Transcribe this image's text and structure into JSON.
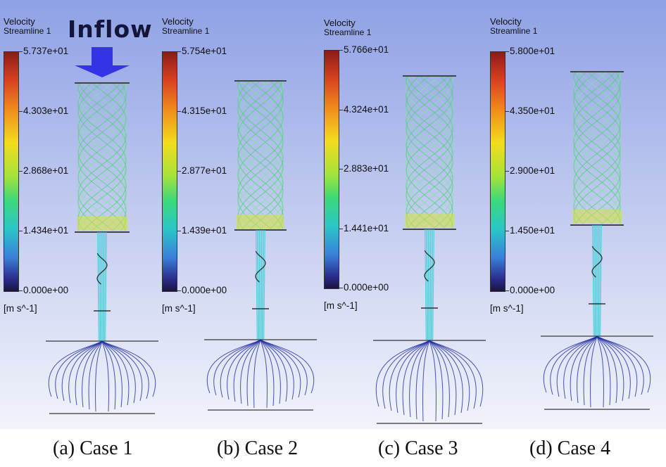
{
  "figure": {
    "inflow_label": "Inflow",
    "panels": [
      {
        "legend_title": "Velocity",
        "legend_subtitle": "Streamline 1",
        "ticks": [
          "5.737e+01",
          "4.303e+01",
          "2.868e+01",
          "1.434e+01",
          "0.000e+00"
        ],
        "unit": "[m s^-1]",
        "caption": "(a) Case 1"
      },
      {
        "legend_title": "Velocity",
        "legend_subtitle": "Streamline 1",
        "ticks": [
          "5.754e+01",
          "4.315e+01",
          "2.877e+01",
          "1.439e+01",
          "0.000e+00"
        ],
        "unit": "[m s^-1]",
        "caption": "(b) Case 2"
      },
      {
        "legend_title": "Velocity",
        "legend_subtitle": "Streamline 1",
        "ticks": [
          "5.766e+01",
          "4.324e+01",
          "2.883e+01",
          "1.441e+01",
          "0.000e+00"
        ],
        "unit": "[m s^-1]",
        "caption": "(c) Case 3"
      },
      {
        "legend_title": "Velocity",
        "legend_subtitle": "Streamline 1",
        "ticks": [
          "5.800e+01",
          "4.350e+01",
          "2.900e+01",
          "1.450e+01",
          "0.000e+00"
        ],
        "unit": "[m s^-1]",
        "caption": "(d) Case 4"
      }
    ],
    "colors": {
      "inflow_arrow": "#3434e6",
      "helix": "#44d86a",
      "jet": "#3fd0d8",
      "spray": "#1e2aa0"
    }
  }
}
